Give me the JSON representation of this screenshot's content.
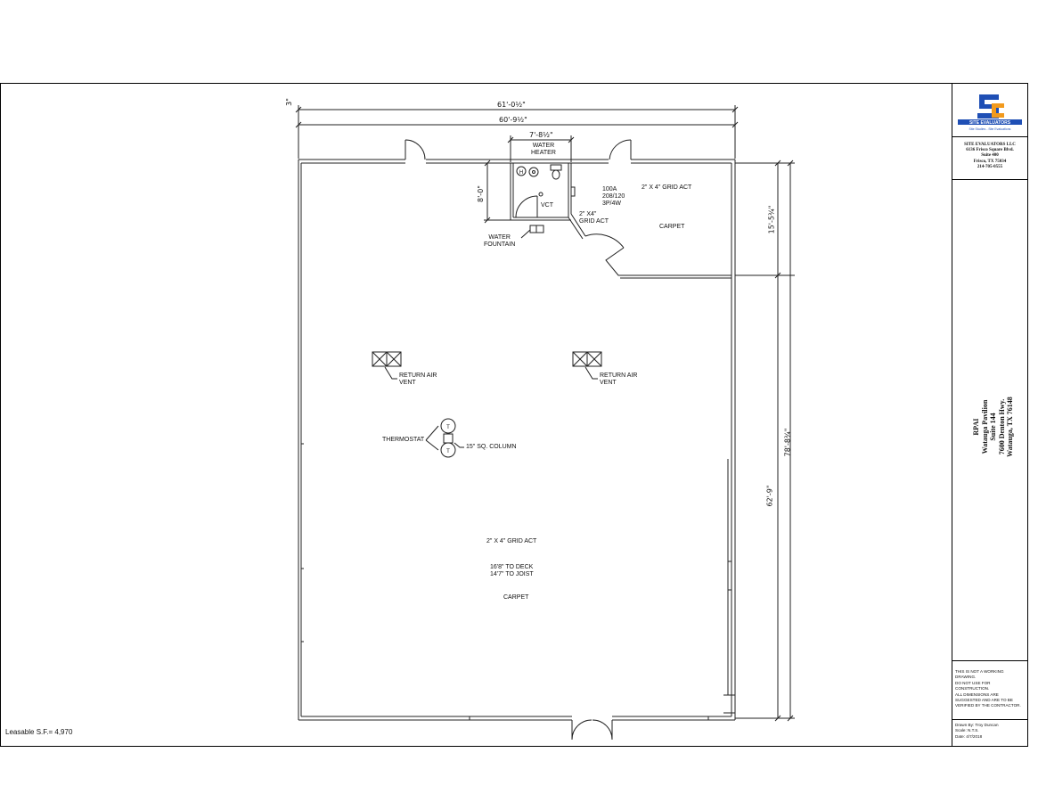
{
  "dimensions": {
    "overall_width": "61'-0½\"",
    "inner_width": "60'-9½\"",
    "restroom_width": "7'-8½\"",
    "restroom_depth": "8'-0\"",
    "right_top": "15'-5¾\"",
    "right_total": "78'-8¾\"",
    "right_lower": "62'-9\"",
    "left_tick": "3\""
  },
  "labels": {
    "water_heater": [
      "WATER",
      "HEATER"
    ],
    "vct": "VCT",
    "panel": [
      "100A",
      "208/120",
      "3P/4W"
    ],
    "grid_small": [
      "2\" X4\"",
      "GRID ACT"
    ],
    "grid_top_right": "2\" X 4\" GRID ACT",
    "carpet_small": "CARPET",
    "water_fountain": [
      "WATER",
      "FOUNTAIN"
    ],
    "return_air_1": [
      "RETURN AIR",
      "VENT"
    ],
    "return_air_2": [
      "RETURN AIR",
      "VENT"
    ],
    "thermostat": "THERMOSTAT",
    "column": "15\" SQ. COLUMN",
    "grid_main": "2\" X 4\" GRID ACT",
    "deck": "16'8\" TO DECK",
    "joist": "14'7\" TO JOIST",
    "carpet_main": "CARPET",
    "thermostat_symbol": "T",
    "heater_symbol": "H"
  },
  "leasable": "Leasable S.F.= 4,970",
  "title_block": {
    "logo_text": "SITE EVALUATORS",
    "logo_tagline": "Site Studies - Site Evaluations",
    "company": [
      "SITE EVALUATORS LLC",
      "6136 Frisco Square Blvd.",
      "Suite 400",
      "Frisco, TX 75034",
      "214-705-0555"
    ],
    "project": [
      "RPAI",
      "Watauga Pavilion",
      "Suite 144",
      "7600 Denton Hwy.",
      "Watauga, TX 76148"
    ],
    "note": [
      "THIS IS NOT A WORKING",
      "DRAWING.",
      "DO NOT USE FOR",
      "CONSTRUCTION.",
      "ALL DIMENSIONS ARE",
      "SUGGESTED AND ARE TO BE",
      "VERIFIED BY THE CONTRACTOR."
    ],
    "drawn_by": "Drawn By: Troy Duncan",
    "scale": "Scale: N.T.S.",
    "date": "Date: 4/7/2018"
  },
  "colors": {
    "logo_blue": "#1f4fb5",
    "logo_orange": "#f29a1d",
    "line": "#222222"
  }
}
